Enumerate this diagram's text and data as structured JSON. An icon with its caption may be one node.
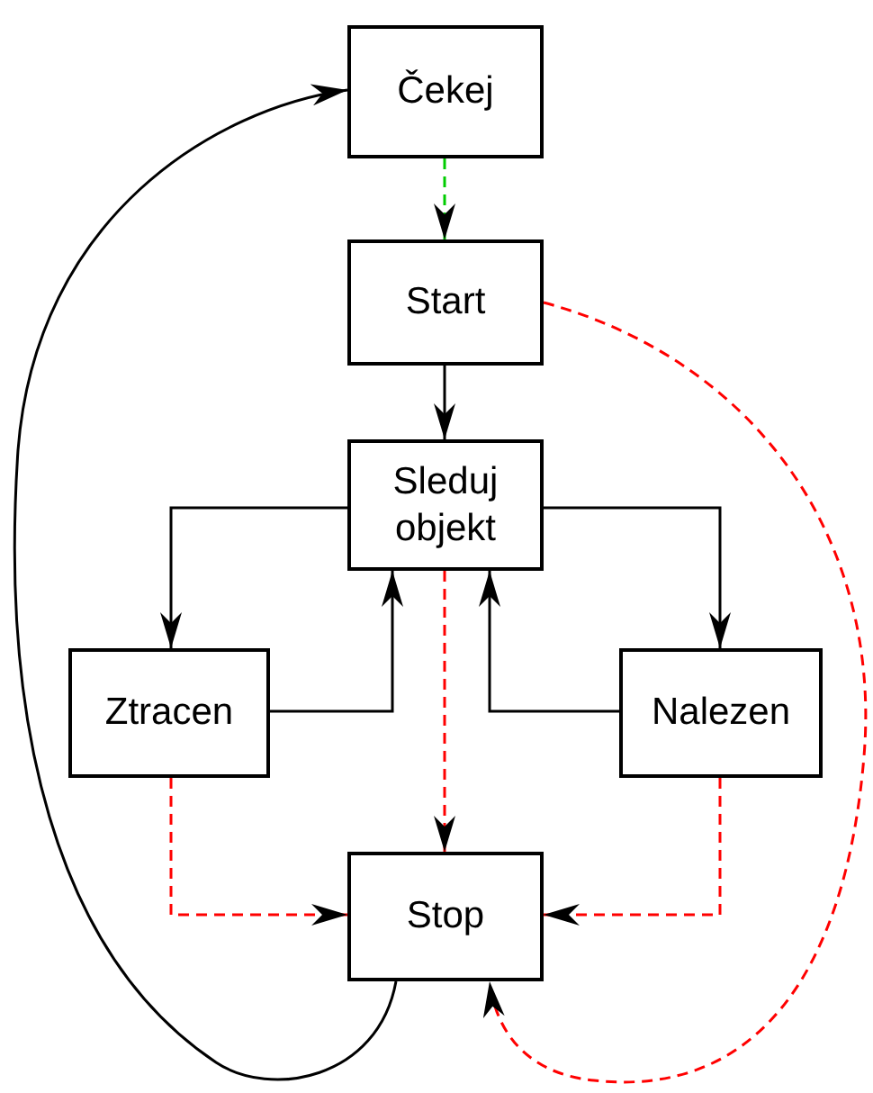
{
  "diagram": {
    "nodes": [
      {
        "text": [
          "Čekej"
        ]
      },
      {
        "text": [
          "Start"
        ]
      },
      {
        "text": [
          "Sleduj objekt"
        ]
      },
      {
        "text": [
          "Ztracen"
        ]
      },
      {
        "text": [
          "Nalezen"
        ]
      },
      {
        "text": [
          "Stop"
        ]
      }
    ],
    "edges": [
      {
        "from": 0,
        "to": 1,
        "arrow": "to",
        "style": "dashed",
        "color": "#00cc00"
      },
      {
        "from": 1,
        "to": 2,
        "arrow": "to"
      },
      {
        "from": 2,
        "to": 3,
        "arrow": "to"
      },
      {
        "from": 3,
        "to": 2,
        "arrow": "to"
      },
      {
        "from": 2,
        "to": 4,
        "arrow": "to"
      },
      {
        "from": 4,
        "to": 2,
        "arrow": "to"
      },
      {
        "from": 2,
        "to": 5,
        "arrow": "to",
        "style": "dashed",
        "color": "#ff0000"
      },
      {
        "from": 3,
        "to": 5,
        "arrow": "to",
        "style": "dashed",
        "color": "#ff0000"
      },
      {
        "from": 4,
        "to": 5,
        "arrow": "to",
        "style": "dashed",
        "color": "#ff0000"
      },
      {
        "from": 1,
        "to": 5,
        "arrow": "to",
        "style": "dashed",
        "color": "#ff0000"
      },
      {
        "from": 5,
        "to": 0,
        "arrow": "to"
      }
    ]
  }
}
